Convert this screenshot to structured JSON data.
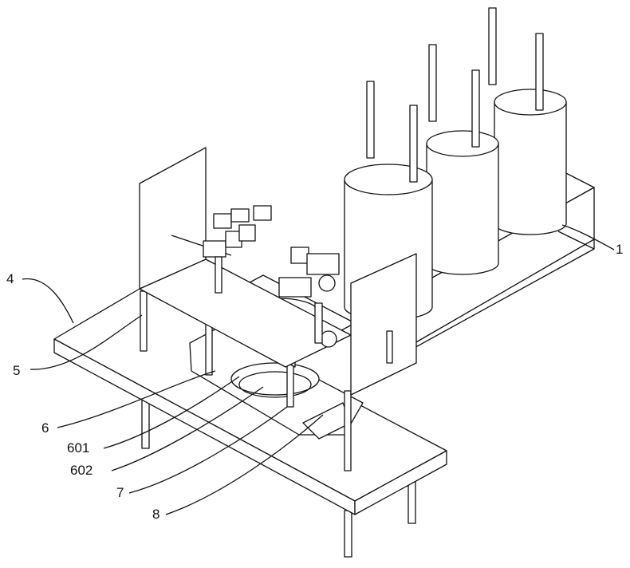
{
  "figure": {
    "labels": [
      {
        "id": "label-1",
        "text": "1"
      },
      {
        "id": "label-4",
        "text": "4"
      },
      {
        "id": "label-5",
        "text": "5"
      },
      {
        "id": "label-6",
        "text": "6"
      },
      {
        "id": "label-601",
        "text": "601"
      },
      {
        "id": "label-602",
        "text": "602"
      },
      {
        "id": "label-7",
        "text": "7"
      },
      {
        "id": "label-8",
        "text": "8"
      }
    ]
  }
}
